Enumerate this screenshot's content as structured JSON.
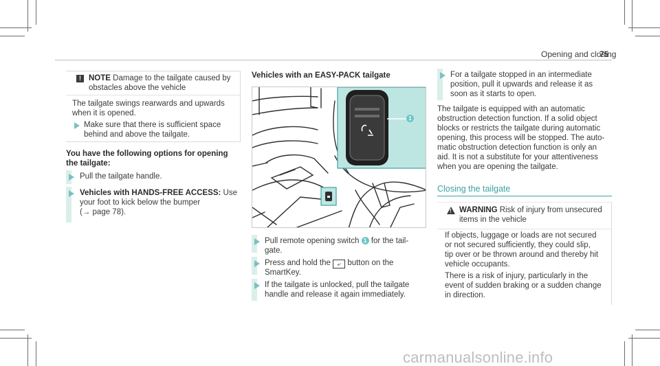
{
  "header": {
    "section_title": "Opening and closing",
    "page_number": "75"
  },
  "note": {
    "label": "NOTE",
    "title_rest": "Damage to the tailgate caused by",
    "title_line2": "obstacles above the vehicle",
    "body_line1": "The tailgate swings rearwards and upwards",
    "body_line2": "when it is opened.",
    "step_line1": "Make sure that there is sufficient space",
    "step_line2": "behind and above the tailgate."
  },
  "options": {
    "heading_line1": "You have the following options for opening",
    "heading_line2": "the tailgate:",
    "step1": "Pull the tailgate handle.",
    "step2_bold": "Vehicles with HANDS-FREE ACCESS:",
    "step2_rest": "Use",
    "step2_line2": "your foot to kick below the bumper",
    "step2_line3": "(→ page 78)."
  },
  "easypack": {
    "heading": "Vehicles with an EASY-PACK tailgate",
    "step1_pre": "Pull remote opening switch",
    "step1_callout": "1",
    "step1_post": "for the tail-",
    "step1_line2": "gate.",
    "step2_pre": "Press and hold the",
    "step2_key": "⤶",
    "step2_post": "button on the",
    "step2_line2": "SmartKey.",
    "step3_line1": "If the tailgate is unlocked, pull the tailgate",
    "step3_line2": "handle and release it again immediately."
  },
  "figure": {
    "callout": "1"
  },
  "right": {
    "step_line1": "For a tailgate stopped in an intermediate",
    "step_line2": "position, pull it upwards and release it as",
    "step_line3": "soon as it starts to open.",
    "para": [
      "The tailgate is equipped with an automatic",
      "obstruction detection function. If a solid object",
      "blocks or restricts the tailgate during automatic",
      "opening, this process will be stopped. The auto-",
      "matic obstruction detection function is only an",
      "aid. It is not a substitute for your attentiveness",
      "when you are opening the tailgate."
    ],
    "closing_heading": "Closing the tailgate",
    "warning_label": "WARNING",
    "warning_title_rest": "Risk of injury from unsecured",
    "warning_title_line2": "items in the vehicle",
    "warning_body": [
      "If objects, luggage or loads are not secured",
      "or not secured sufficiently, they could slip,",
      "tip over or be thrown around and thereby hit",
      "vehicle occupants.",
      "There is a risk of injury, particularly in the",
      "event of sudden braking or a sudden change",
      "in direction."
    ]
  },
  "watermark": "carmanualsonline.info",
  "colors": {
    "accent": "#3fa0a0",
    "highlight_bar": "#d9efea",
    "figure_inset": "#bde6e3"
  }
}
